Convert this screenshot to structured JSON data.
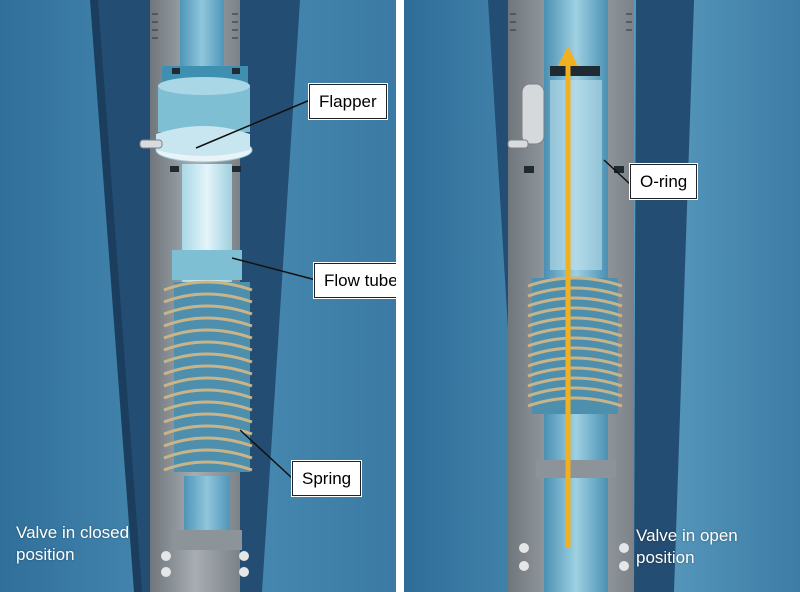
{
  "labels": {
    "flapper": "Flapper",
    "flow_tube": "Flow tube",
    "spring": "Spring",
    "o_ring": "O-ring"
  },
  "captions": {
    "closed": [
      "Valve in closed",
      "position"
    ],
    "open": [
      "Valve in open",
      "position"
    ]
  },
  "colors": {
    "background_blue": "#3f7ea6",
    "dark_blue": "#234d72",
    "steel_gray": "#8c9399",
    "tube_light": "#bfe5ef",
    "spring_gold": "#c9b489",
    "flow_arrow": "#f0b020"
  }
}
